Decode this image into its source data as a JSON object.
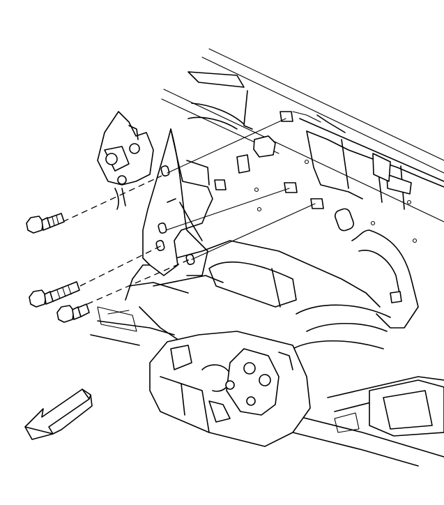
{
  "diagram": {
    "components": [
      {
        "id": "bracket",
        "icon": "mounting-bracket-icon"
      },
      {
        "id": "bolt-upper",
        "icon": "bolt-icon"
      },
      {
        "id": "bolt-middle",
        "icon": "bolt-icon"
      },
      {
        "id": "bolt-lower",
        "icon": "bolt-icon"
      },
      {
        "id": "assembly",
        "icon": "mechanism-assembly-icon"
      },
      {
        "id": "direction-arrow",
        "icon": "forward-direction-arrow-icon"
      }
    ],
    "colors": {
      "line": "#000000",
      "background": "#ffffff"
    }
  }
}
